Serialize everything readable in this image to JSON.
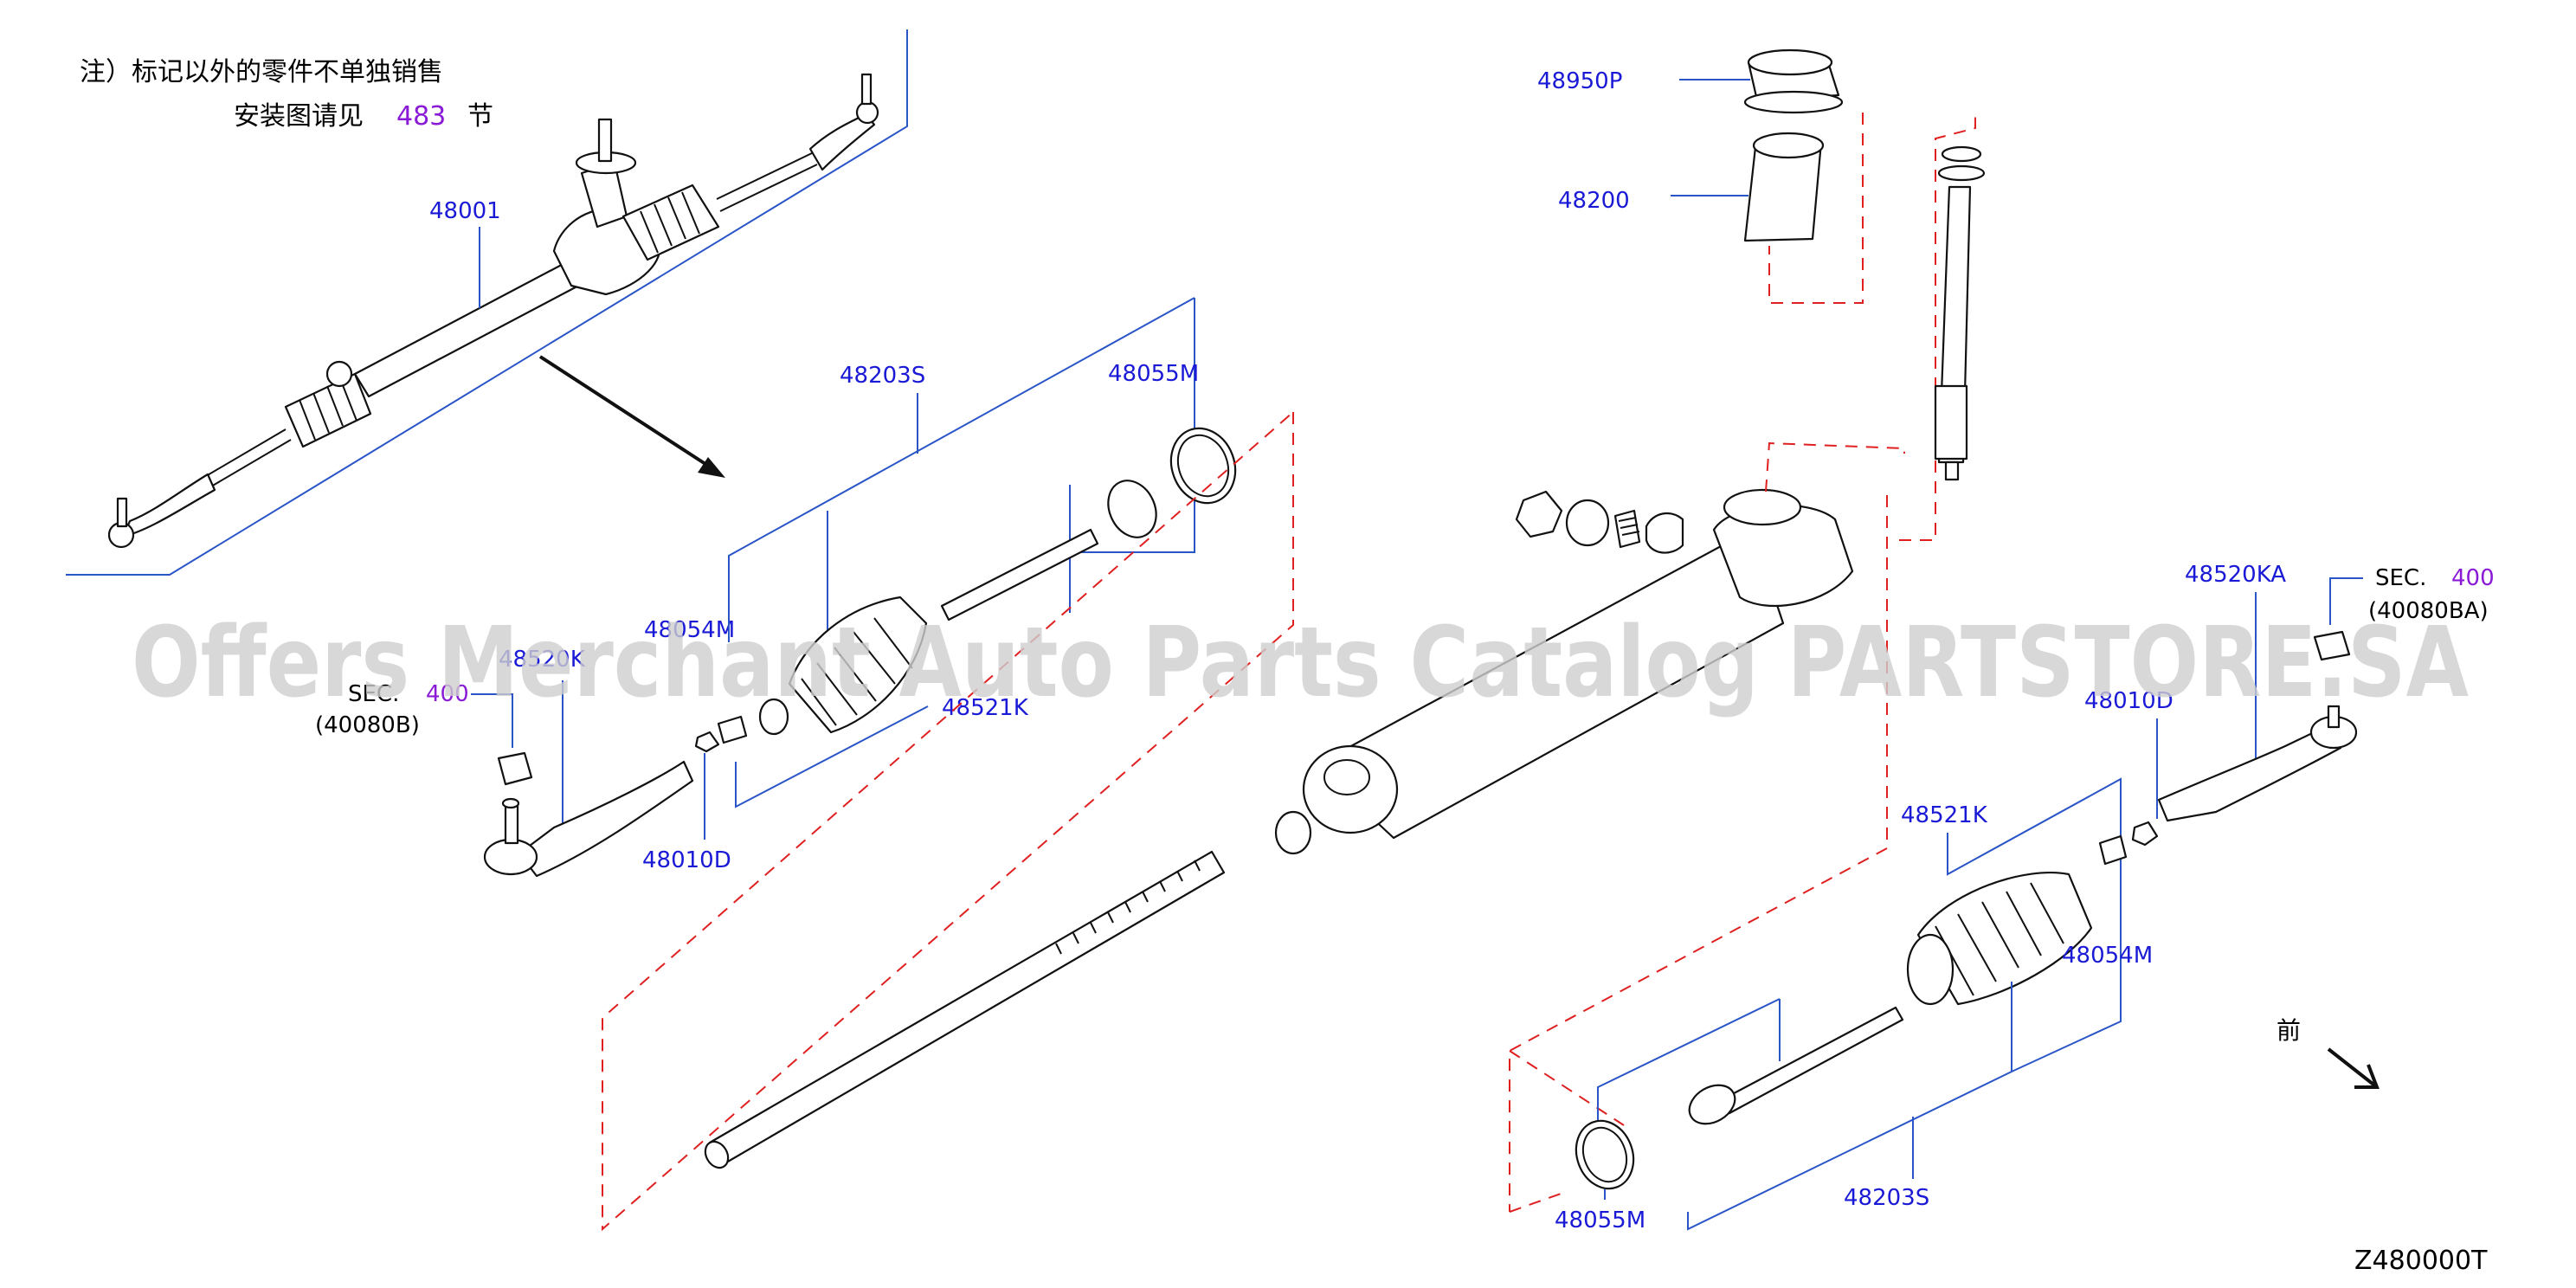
{
  "note": {
    "line1": "注）标记以外的零件不单独销售",
    "line2_prefix": "安装图请见",
    "line2_num": "483",
    "line2_suffix": "节"
  },
  "watermark": "Offers Merchant Auto Parts Catalog PARTSTORE.SA",
  "diagram_code": "Z480000T",
  "front_label": "前",
  "labels": {
    "p48001": "48001",
    "p48203S_top": "48203S",
    "p48055M_top": "48055M",
    "p48054M_left": "48054M",
    "p48521K_left": "48521K",
    "p48520K_left": "48520K",
    "p48010D_left": "48010D",
    "sec_left": "SEC.",
    "sec_left_num": "400",
    "sec_left_ref": "(40080B)",
    "p48950P": "48950P",
    "p48200": "48200",
    "p48520KA": "48520KA",
    "sec_right": "SEC.",
    "sec_right_num": "400",
    "sec_right_ref": "(40080BA)",
    "p48010D_right": "48010D",
    "p48521K_right": "48521K",
    "p48054M_right": "48054M",
    "p48055M_bottom": "48055M",
    "p48203S_bottom": "48203S"
  },
  "colors": {
    "part_number": "#1a1ad6",
    "section_number": "#8a1ad6",
    "leader_line": "#2a55c8",
    "group_outline": "#e02020"
  }
}
